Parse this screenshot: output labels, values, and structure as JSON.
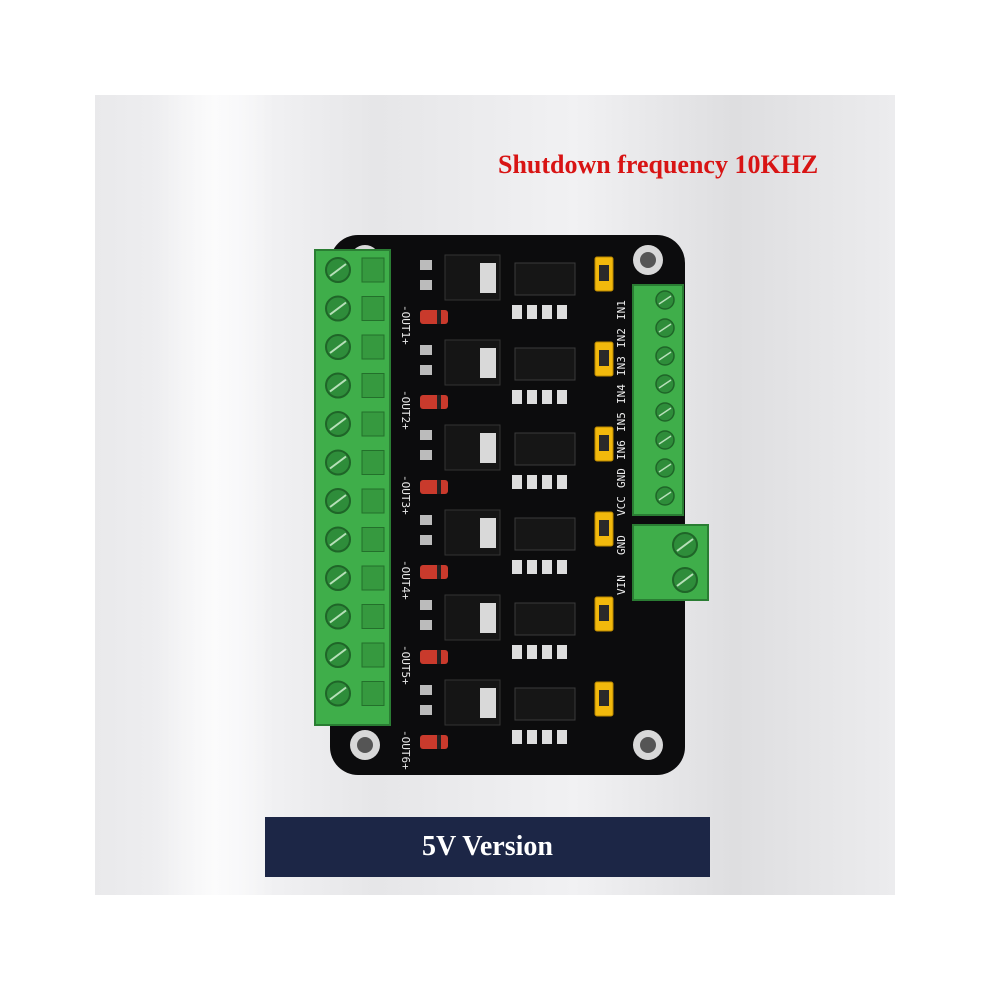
{
  "headline": "Shutdown frequency 10KHZ",
  "version_label": "5V Version",
  "board": {
    "output_labels": [
      "-OUT1+",
      "-OUT2+",
      "-OUT3+",
      "-OUT4+",
      "-OUT5+",
      "-OUT6+"
    ],
    "input_labels": [
      "IN1",
      "IN2",
      "IN3",
      "IN4",
      "IN5",
      "IN6",
      "GND",
      "VCC"
    ],
    "power_labels": [
      "GND",
      "VIN"
    ],
    "colors": {
      "pcb": "#0c0c0d",
      "terminal": "#3fae4a",
      "jumper": "#f2b90c",
      "headline": "#d81414",
      "band": "#1c2646"
    }
  }
}
